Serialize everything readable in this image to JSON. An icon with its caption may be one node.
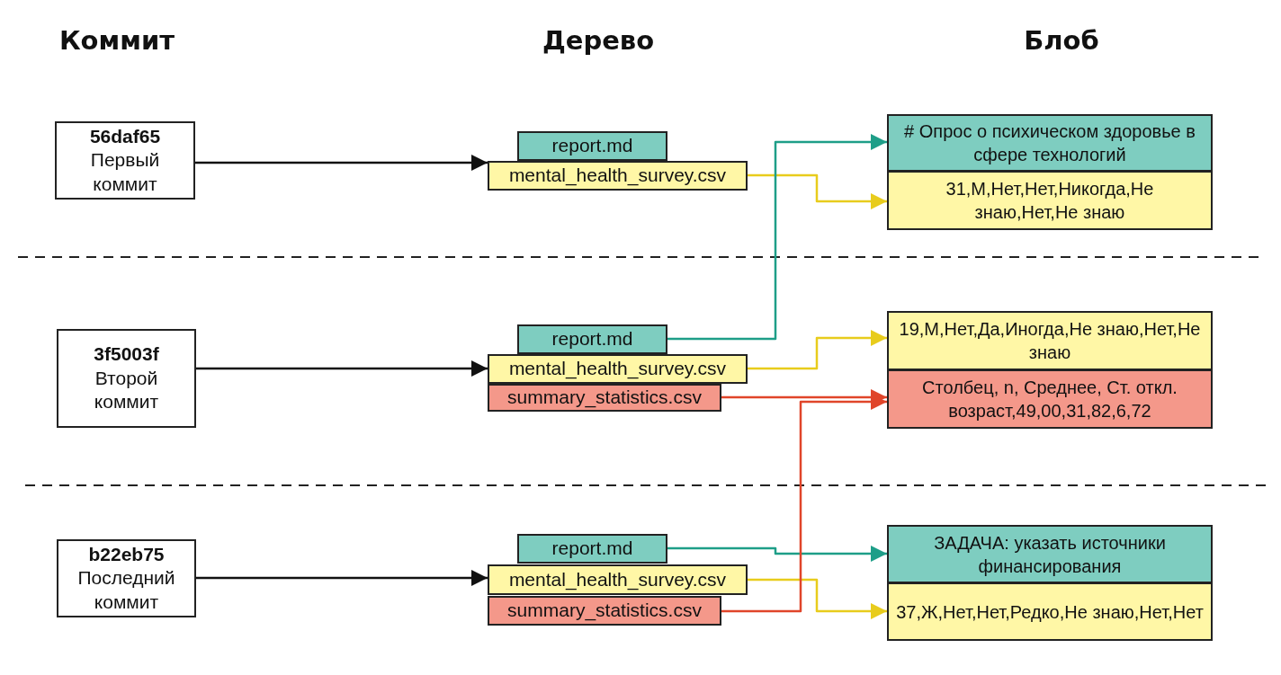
{
  "diagram": {
    "nodes": [
      {
        "text": [
          "56daf65",
          "Первый коммит"
        ]
      },
      {
        "text": [
          "report.md"
        ]
      },
      {
        "text": [
          "mental_health_survey.csv"
        ]
      },
      {
        "text": [
          "# Опрос о психическом здоровье в сфере технологий"
        ]
      },
      {
        "text": [
          "31,М,Нет,Нет,Никогда,Не знаю,Нет,Не знаю"
        ]
      },
      {
        "text": [
          "3f5003f",
          "Второй коммит"
        ]
      },
      {
        "text": [
          "report.md"
        ]
      },
      {
        "text": [
          "mental_health_survey.csv"
        ]
      },
      {
        "text": [
          "summary_statistics.csv"
        ]
      },
      {
        "text": [
          "19,М,Нет,Да,Иногда,Не знаю,Нет,Не знаю"
        ]
      },
      {
        "text": [
          "Столбец, n, Среднее, Ст. откл. возраст,49,00,31,82,6,72"
        ]
      },
      {
        "text": [
          "b22eb75",
          "Последний коммит"
        ]
      },
      {
        "text": [
          "report.md"
        ]
      },
      {
        "text": [
          "mental_health_survey.csv"
        ]
      },
      {
        "text": [
          "summary_statistics.csv"
        ]
      },
      {
        "text": [
          "ЗАДАЧА: указать источники финансирования"
        ]
      },
      {
        "text": [
          "37,Ж,Нет,Нет,Редко,Не знаю,Нет,Нет"
        ]
      }
    ],
    "edges": [
      {
        "from": 0,
        "to": 2,
        "arrow": "to"
      },
      {
        "from": 2,
        "to": 4,
        "arrow": "to",
        "color": "#e8cc1c"
      },
      {
        "from": 6,
        "to": 3,
        "arrow": "to",
        "color": "#1e9e88"
      },
      {
        "from": 5,
        "to": 7,
        "arrow": "to"
      },
      {
        "from": 7,
        "to": 9,
        "arrow": "to",
        "color": "#e8cc1c"
      },
      {
        "from": 8,
        "to": 10,
        "arrow": "to",
        "color": "#e0452a"
      },
      {
        "from": 11,
        "to": 13,
        "arrow": "to"
      },
      {
        "from": 12,
        "to": 15,
        "arrow": "to",
        "color": "#1e9e88"
      },
      {
        "from": 13,
        "to": 16,
        "arrow": "to",
        "color": "#e8cc1c"
      },
      {
        "from": 14,
        "to": 10,
        "arrow": "to",
        "color": "#e0452a"
      }
    ],
    "labels": [
      "Коммит",
      "Дерево",
      "Блоб"
    ]
  }
}
